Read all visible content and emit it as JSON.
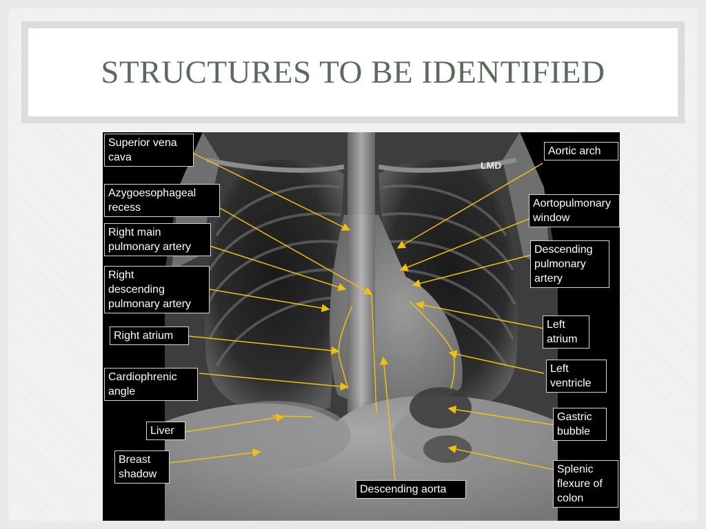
{
  "slide": {
    "title": "STRUCTURES TO BE IDENTIFIED"
  },
  "image": {
    "marker_text": "LMD",
    "labels": {
      "svc": "Superior vena\ncava",
      "azygo": "Azygoesophageal\nrecess",
      "rmpa": "Right main\npulmonary artery",
      "rdpa": "Right\ndescending\npulmonary artery",
      "ratrium": "Right atrium",
      "cardio": "Cardiophrenic\nangle",
      "liver": "Liver",
      "breast": "Breast\nshadow",
      "aortic": "Aortic arch",
      "apw": "Aortopulmonary\nwindow",
      "dpa": "Descending\npulmonary\nartery",
      "latrium": "Left\natrium",
      "lventricle": "Left\nventricle",
      "gastric": "Gastric\nbubble",
      "splenic": "Splenic\nflexure of\ncolon",
      "daorta": "Descending aorta"
    },
    "colors": {
      "arrow": "#f2c10f",
      "label_bg": "#000000",
      "label_text": "#ffffff"
    }
  }
}
